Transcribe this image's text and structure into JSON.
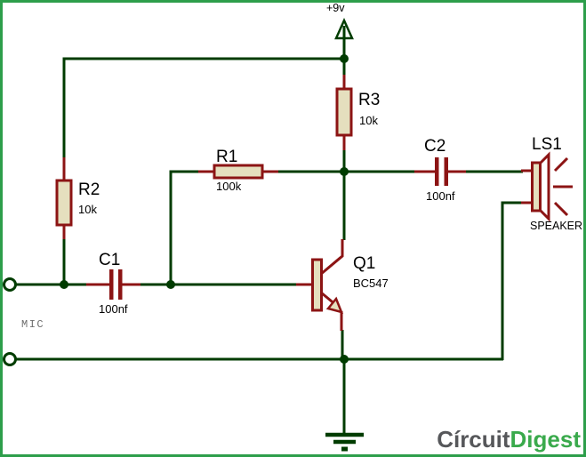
{
  "colors": {
    "wire": "#003c00",
    "component": "#8c1414",
    "component_fill": "#e5dfbe",
    "label": "#000000",
    "mic_label": "#6e6e6e",
    "frame": "#2d9e4b",
    "logo_gray": "#56575a",
    "logo_green": "#3aaa4c"
  },
  "power": {
    "label": "+9v"
  },
  "components": {
    "r1": {
      "name": "R1",
      "value": "100k"
    },
    "r2": {
      "name": "R2",
      "value": "10k"
    },
    "r3": {
      "name": "R3",
      "value": "10k"
    },
    "c1": {
      "name": "C1",
      "value": "100nf"
    },
    "c2": {
      "name": "C2",
      "value": "100nf"
    },
    "q1": {
      "name": "Q1",
      "value": "BC547"
    },
    "ls1": {
      "name": "LS1",
      "value": "SPEAKER"
    }
  },
  "labels": {
    "mic": "MIC"
  },
  "logo": {
    "part1": "Círcuit",
    "part2": "Digest"
  }
}
